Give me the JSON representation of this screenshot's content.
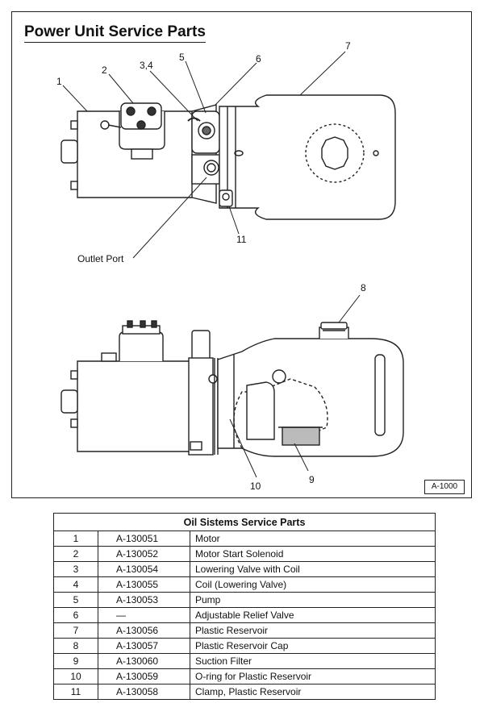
{
  "diagram": {
    "title": "Power Unit Service Parts",
    "figure_id": "A-1000",
    "callouts": [
      "1",
      "2",
      "3,4",
      "5",
      "6",
      "7",
      "8",
      "9",
      "10",
      "11"
    ],
    "outlet_label": "Outlet Port"
  },
  "table": {
    "heading": "Oil Sistems Service Parts",
    "rows": [
      {
        "num": "1",
        "part": "A-130051",
        "desc": "Motor"
      },
      {
        "num": "2",
        "part": "A-130052",
        "desc": "Motor Start Solenoid"
      },
      {
        "num": "3",
        "part": "A-130054",
        "desc": "Lowering Valve with Coil"
      },
      {
        "num": "4",
        "part": "A-130055",
        "desc": "Coil (Lowering Valve)"
      },
      {
        "num": "5",
        "part": "A-130053",
        "desc": "Pump"
      },
      {
        "num": "6",
        "part": "—",
        "desc": "Adjustable Relief Valve"
      },
      {
        "num": "7",
        "part": "A-130056",
        "desc": "Plastic Reservoir"
      },
      {
        "num": "8",
        "part": "A-130057",
        "desc": "Plastic Reservoir Cap"
      },
      {
        "num": "9",
        "part": "A-130060",
        "desc": "Suction Filter"
      },
      {
        "num": "10",
        "part": "A-130059",
        "desc": "O-ring for Plastic Reservoir"
      },
      {
        "num": "11",
        "part": "A-130058",
        "desc": "Clamp, Plastic Reservoir"
      }
    ]
  }
}
